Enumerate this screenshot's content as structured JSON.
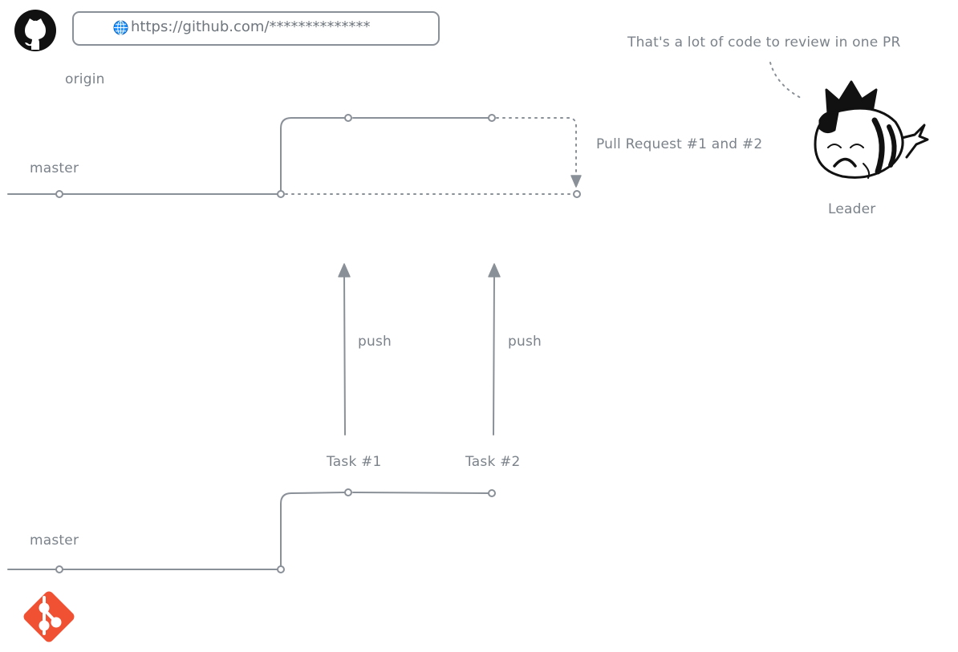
{
  "header": {
    "url": "https://github.com/**************"
  },
  "labels": {
    "origin": "origin",
    "remote_master": "master",
    "local_master": "master",
    "pull_request": "Pull Request #1 and #2",
    "push_1": "push",
    "push_2": "push",
    "task_1": "Task #1",
    "task_2": "Task #2",
    "leader": "Leader",
    "speech": "That's a lot of code to review in one PR"
  },
  "icons": {
    "github": "github-logo-icon",
    "git": "git-logo-icon",
    "globe": "globe-icon",
    "avatar": "crowned-leader-avatar"
  },
  "colors": {
    "line": "#8a9097",
    "text": "#7b828a",
    "git_orange": "#f05133",
    "globe_blue": "#1e90ff"
  }
}
